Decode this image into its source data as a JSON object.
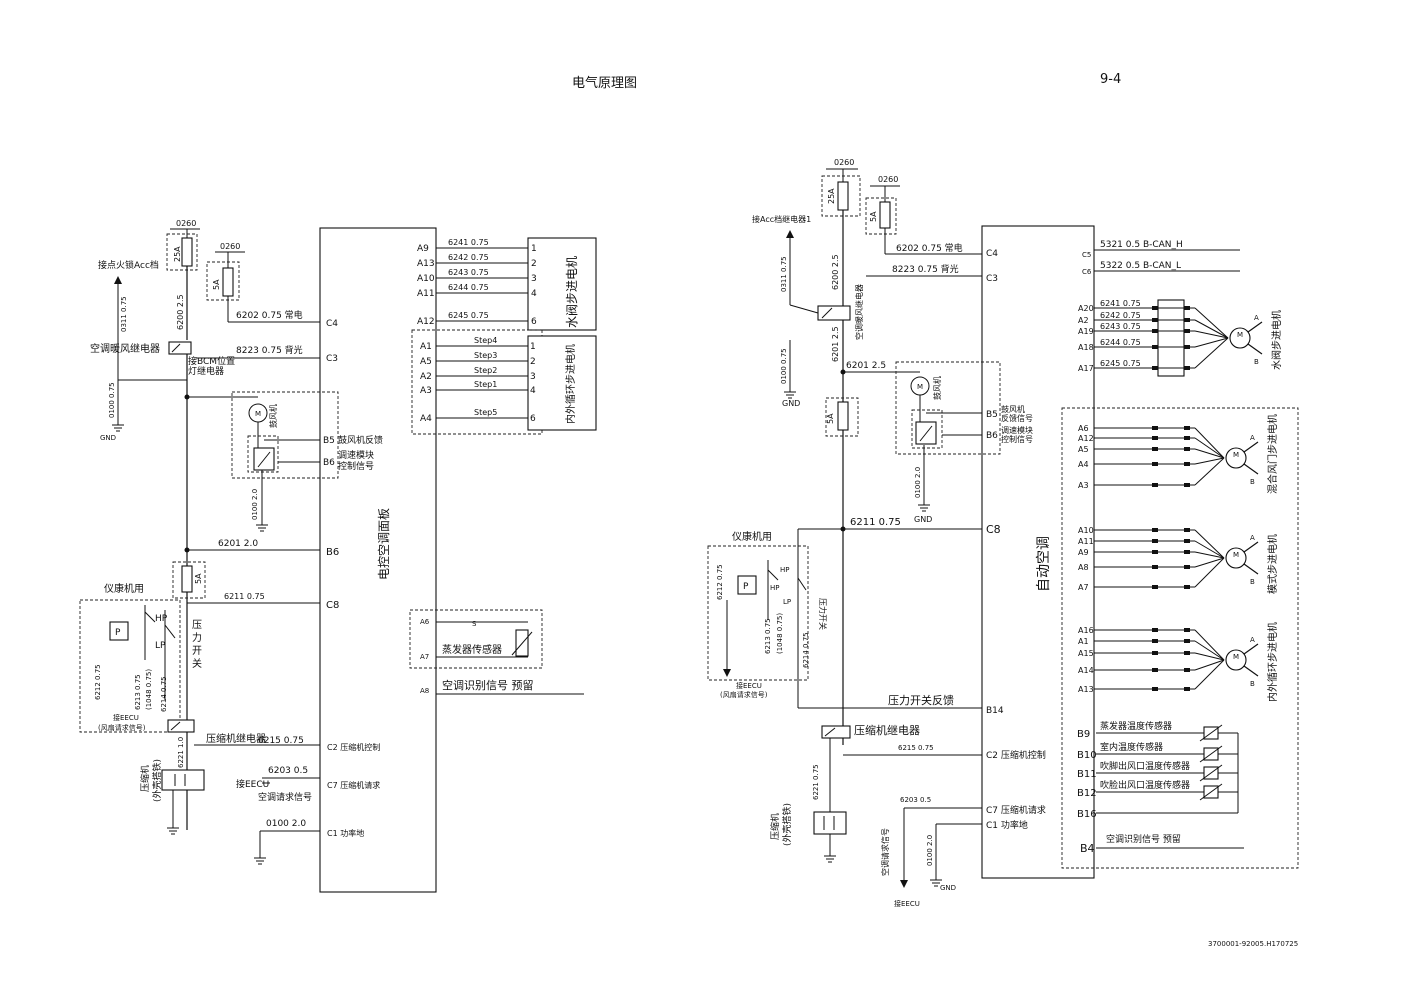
{
  "header": {
    "title": "电气原理图",
    "page": "9-4"
  },
  "footer": {
    "doc_id": "3700001-92005.H170725"
  },
  "left": {
    "panel_label": "电控空调面板",
    "w0260a": "0260",
    "w0260b": "0260",
    "fuse25": "25A",
    "fuse5a": "5A",
    "fuse5b": "5A",
    "acc": "接点火锁Acc档",
    "w0311": "0311 0.75",
    "w6200": "6200 2.5",
    "relay_hv": "空调暖风继电器",
    "bcm1": "接BCM位置",
    "bcm2": "灯继电器",
    "w0100a": "0100 0.75",
    "gnd": "GND",
    "w6202": "6202 0.75 常电",
    "w8223": "8223 0.75 背光",
    "blower": "鼓风机",
    "w0100b": "0100 2.0",
    "b5": "B5",
    "b5t": "鼓风机反馈",
    "b6a": "B6",
    "b6t1": "调速模块",
    "b6t2": "控制信号",
    "w6201": "6201 2.0",
    "b6b": "B6",
    "w6211": "6211 0.75",
    "c8": "C8",
    "c4": "C4",
    "c3": "C3",
    "hkj": "仪康机用",
    "p": "P",
    "hp": "HP",
    "lp": "LP",
    "psw1": "压",
    "psw2": "力",
    "psw3": "开",
    "psw4": "关",
    "w6212": "6212 0.75",
    "w6213": "6213 0.75",
    "w1048": "(1048 0.75)",
    "w6214": "6214 0.75",
    "eecu1": "接EECU",
    "eecu2": "(风扇请求信号)",
    "crelay": "压缩机继电器",
    "w6221": "6221 1.0",
    "w6215": "6215 0.75",
    "c2t": "C2 压缩机控制",
    "comp1": "压缩机",
    "comp2": "(外壳搭铁)",
    "w6203": "6203 0.5",
    "eecu3": "接EECU",
    "c7t": "C7 压缩机请求",
    "acreq": "空调请求信号",
    "w0100c": "0100 2.0",
    "c1t": "C1 功率地",
    "water_pins": [
      "A9",
      "A13",
      "A10",
      "A11",
      "A12"
    ],
    "water_wires": [
      "6241 0.75",
      "6242 0.75",
      "6243 0.75",
      "6244 0.75",
      "6245 0.75"
    ],
    "water_nums": [
      "1",
      "2",
      "3",
      "4",
      "6"
    ],
    "water_label": "水阀步进电机",
    "rec_pins": [
      "A1",
      "A5",
      "A2",
      "A3",
      "A4"
    ],
    "rec_wires": [
      "Step4",
      "Step3",
      "Step2",
      "Step1",
      "Step5"
    ],
    "rec_nums": [
      "1",
      "2",
      "3",
      "4",
      "6"
    ],
    "rec_label": "内外循环步进电机",
    "a6": "A6",
    "a7": "A7",
    "s": "S",
    "evap": "蒸发器传感器",
    "a8": "A8",
    "ident": "空调识别信号 预留"
  },
  "right": {
    "panel_label": "自动空调",
    "w0260a": "0260",
    "w0260b": "0260",
    "fuse25": "25A",
    "fuse5a": "5A",
    "fuse5b": "5A",
    "acc": "接Acc档继电器1",
    "w0311": "0311 0.75",
    "w6200": "6200 2.5",
    "relay_hv": "空调暖风继电器",
    "w0100a": "0100 0.75",
    "gnd": "GND",
    "w6202": "6202 0.75 常电",
    "c4": "C4",
    "w8223": "8223 0.75 背光",
    "c3": "C3",
    "w6201": "6201 2.5",
    "w6201b": "6201 2.5",
    "blower": "鼓风机",
    "b5": "B5",
    "b5t1": "鼓风机",
    "b5t2": "反馈信号",
    "b6": "B6",
    "b6t1": "调速模块",
    "b6t2": "控制信号",
    "w0100b": "0100 2.0",
    "gnd2": "GND",
    "w6211": "6211 0.75",
    "c8": "C8",
    "hkj": "仪康机用",
    "p": "P",
    "hp": "HP",
    "lp": "LP",
    "psw": "压力开关",
    "w6212": "6212 0.75",
    "w6213": "6213 0.75",
    "w1048": "(1048 0.75)",
    "w6214": "6214 0.75",
    "eecu1": "接EECU",
    "eecu2": "(风扇请求信号)",
    "pfb": "压力开关反馈",
    "b14": "B14",
    "crelay": "压缩机继电器",
    "w6215": "6215 0.75",
    "c2t": "C2 压缩机控制",
    "w6221": "6221 0.75",
    "comp1": "压缩机",
    "comp2": "(外壳搭铁)",
    "w6203": "6203 0.5",
    "c7t": "C7 压缩机请求",
    "c1t": "C1 功率地",
    "acreq": "空调请求信号",
    "eecu3": "接EECU",
    "w0100c": "0100 2.0",
    "gnd3": "GND",
    "can_h": "5321 0.5 B-CAN_H",
    "can_l": "5322 0.5 B-CAN_L",
    "c5": "C5",
    "c6": "C6",
    "water_pins": [
      "A20",
      "A2",
      "A19",
      "A18",
      "A17"
    ],
    "water_wires": [
      "6241 0.75",
      "6242 0.75",
      "6243 0.75",
      "6244 0.75",
      "6245 0.75"
    ],
    "water_label": "水阀步进电机",
    "mix_pins": [
      "A6",
      "A12",
      "A5",
      "A4",
      "A3"
    ],
    "mix_label": "混合风门步进电机",
    "mode_pins": [
      "A10",
      "A11",
      "A9",
      "A8",
      "A7"
    ],
    "mode_label": "模式步进电机",
    "rec_pins": [
      "A16",
      "A1",
      "A15",
      "A14",
      "A13"
    ],
    "rec_label": "内外循环步进电机",
    "sensor_pins": [
      "B9",
      "B10",
      "B11",
      "B12",
      "B16"
    ],
    "sensor_labels": [
      "蒸发器温度传感器",
      "室内温度传感器",
      "吹脚出风口温度传感器",
      "吹脸出风口温度传感器"
    ],
    "b4": "B4",
    "ident": "空调识别信号 预留",
    "m": "M",
    "ab": [
      "A",
      "B"
    ]
  }
}
